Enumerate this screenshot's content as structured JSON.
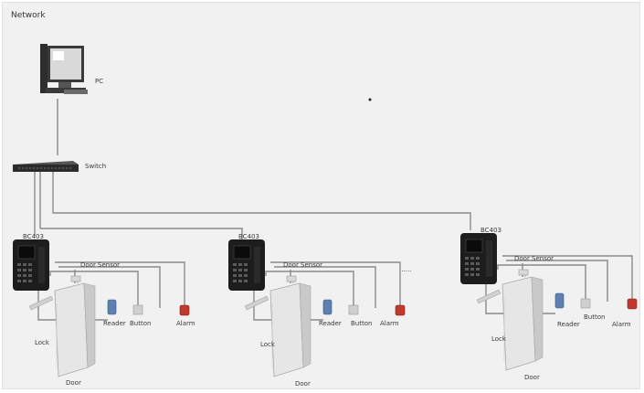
{
  "diagram": {
    "title": "Network",
    "pc_label": "PC",
    "switch_label": "Switch",
    "ellipsis": "......",
    "colors": {
      "controller": "#1d1d1d",
      "alarm": "#c0392b",
      "reader": "#5f7fb0",
      "button": "#cfcfcf",
      "door": "#e8e8e8",
      "wire": "#8a8a8a"
    },
    "units": [
      {
        "controller": "BC403",
        "door_sensor": "Door Sensor",
        "reader": "Reader",
        "button": "Button",
        "alarm": "Alarm",
        "lock": "Lock",
        "door": "Door"
      },
      {
        "controller": "BC403",
        "door_sensor": "Door Sensor",
        "reader": "Reader",
        "button": "Button",
        "alarm": "Alarm",
        "lock": "Lock",
        "door": "Door"
      },
      {
        "controller": "BC403",
        "door_sensor": "Door Sensor",
        "reader": "Reader",
        "button": "Button",
        "alarm": "Alarm",
        "lock": "Lock",
        "door": "Door"
      }
    ]
  }
}
